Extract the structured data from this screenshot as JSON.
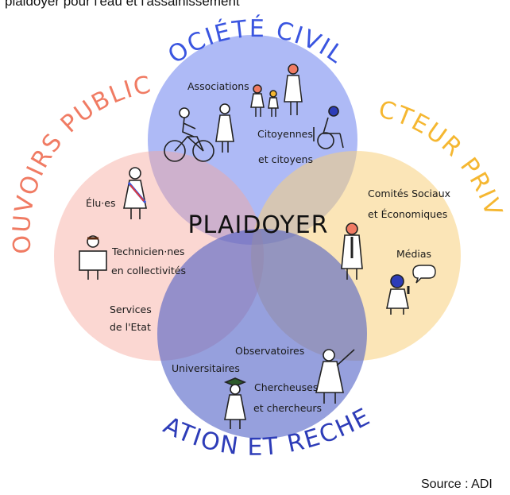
{
  "intro_text": "plaidoyer pour l'eau et l'assainissement",
  "center_label": "PLAIDOYER",
  "sectors": {
    "societe_civile": "SOCIÉTÉ CIVILE",
    "pouvoirs_publics": "POUVOIRS PUBLICS",
    "secteur_prive": "SECTEUR PRIVÉ",
    "education_recherche": "ÉDUCATION ET RECHERCHE"
  },
  "actors": {
    "associations": "Associations",
    "citoyens_line1": "Citoyennes",
    "citoyens_line2": "et citoyens",
    "elus": "Élu·es",
    "techniciens_line1": "Technicien·nes",
    "techniciens_line2": "en collectivités",
    "services_line1": "Services",
    "services_line2": "de l'Etat",
    "cse_line1": "Comités Sociaux",
    "cse_line2": "et Économiques",
    "medias": "Médias",
    "universitaires": "Universitaires",
    "observatoires": "Observatoires",
    "chercheurs_line1": "Chercheuses",
    "chercheurs_line2": "et chercheurs"
  },
  "source_label": "Source : ADI",
  "colors": {
    "societe_civile": "#3a55e0",
    "pouvoirs_publics": "#f07b63",
    "secteur_prive": "#f5b731",
    "education_recherche": "#2d3cb8",
    "circle_top": "#7c8ff0",
    "circle_left": "#f6a69b",
    "circle_right": "#f8cf7c",
    "circle_bottom": "#4a5cc4"
  }
}
